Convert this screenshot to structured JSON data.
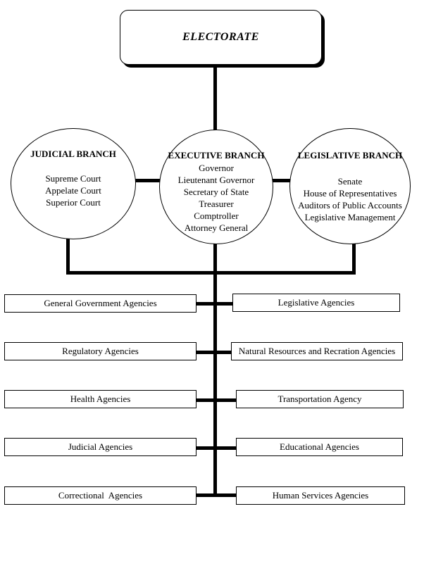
{
  "electorate": {
    "label": "ELECTORATE"
  },
  "branches": [
    {
      "title": "JUDICIAL BRANCH",
      "members": [
        "Supreme Court",
        "Appelate Court",
        "Superior Court"
      ]
    },
    {
      "title": "EXECUTIVE BRANCH",
      "members": [
        "Governor",
        "Lieutenant Governor",
        "Secretary of State",
        "Treasurer",
        "Comptroller",
        "Attorney General"
      ]
    },
    {
      "title": "LEGISLATIVE BRANCH",
      "members": [
        "Senate",
        "House of Representatives",
        "Auditors of Public Accounts",
        "Legislative Management"
      ]
    }
  ],
  "agency_rows": [
    {
      "left": "General Government Agencies",
      "right": "Legislative Agencies"
    },
    {
      "left": "Regulatory Agencies",
      "right": "Natural Resources and Recration Agencies"
    },
    {
      "left": "Health Agencies",
      "right": "Transportation Agency"
    },
    {
      "left": "Judicial Agencies",
      "right": "Educational Agencies"
    },
    {
      "left": "Correctional  Agencies",
      "right": "Human Services Agencies"
    }
  ],
  "colors": {
    "line": "#000000",
    "background": "#ffffff",
    "text": "#000000"
  }
}
